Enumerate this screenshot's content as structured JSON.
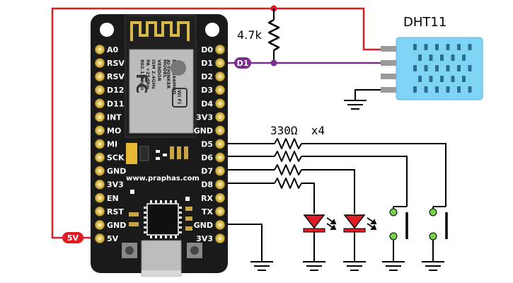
{
  "colors": {
    "board": "#1a1a1a",
    "red_wire": "#e01b24",
    "purple_wire": "#7b2d8e",
    "black_wire": "#000000",
    "pin_gold": "#d9b84a",
    "led_red": "#e01b24",
    "sensor_blue": "#7fd3f5",
    "button_green": "#77d04a"
  },
  "board": {
    "pins_left": [
      "A0",
      "RSV",
      "RSV",
      "D12",
      "D11",
      "INT",
      "MO",
      "MI",
      "SCK",
      "GND",
      "3V3",
      "EN",
      "RST",
      "GND",
      "5V"
    ],
    "pins_right": [
      "D0",
      "D1",
      "D2",
      "D3",
      "D4",
      "3V3",
      "GND",
      "D5",
      "D6",
      "D7",
      "D8",
      "RX",
      "TX",
      "GND",
      "3V3"
    ],
    "website": "www.praphas.com",
    "module_lines": [
      "MODEL",
      "VENDOR",
      "ISM 2.4GHz",
      "PA +25dBm",
      "802.11b/g/n"
    ],
    "module_right_lines": [
      "ESP8266MOD",
      "AI-THINKER"
    ],
    "fcc_mark": "FC",
    "wifi_mark": "Wi Fi"
  },
  "labels": {
    "resistor_pullup": "4.7k",
    "sensor": "DHT11",
    "resistors_leds": "330Ω  x4",
    "d1_tag": "D1",
    "power_tag": "5V"
  },
  "icons": {
    "ground": "ground-symbol-icon",
    "led": "led-icon",
    "resistor": "resistor-icon",
    "button": "push-button-icon"
  }
}
